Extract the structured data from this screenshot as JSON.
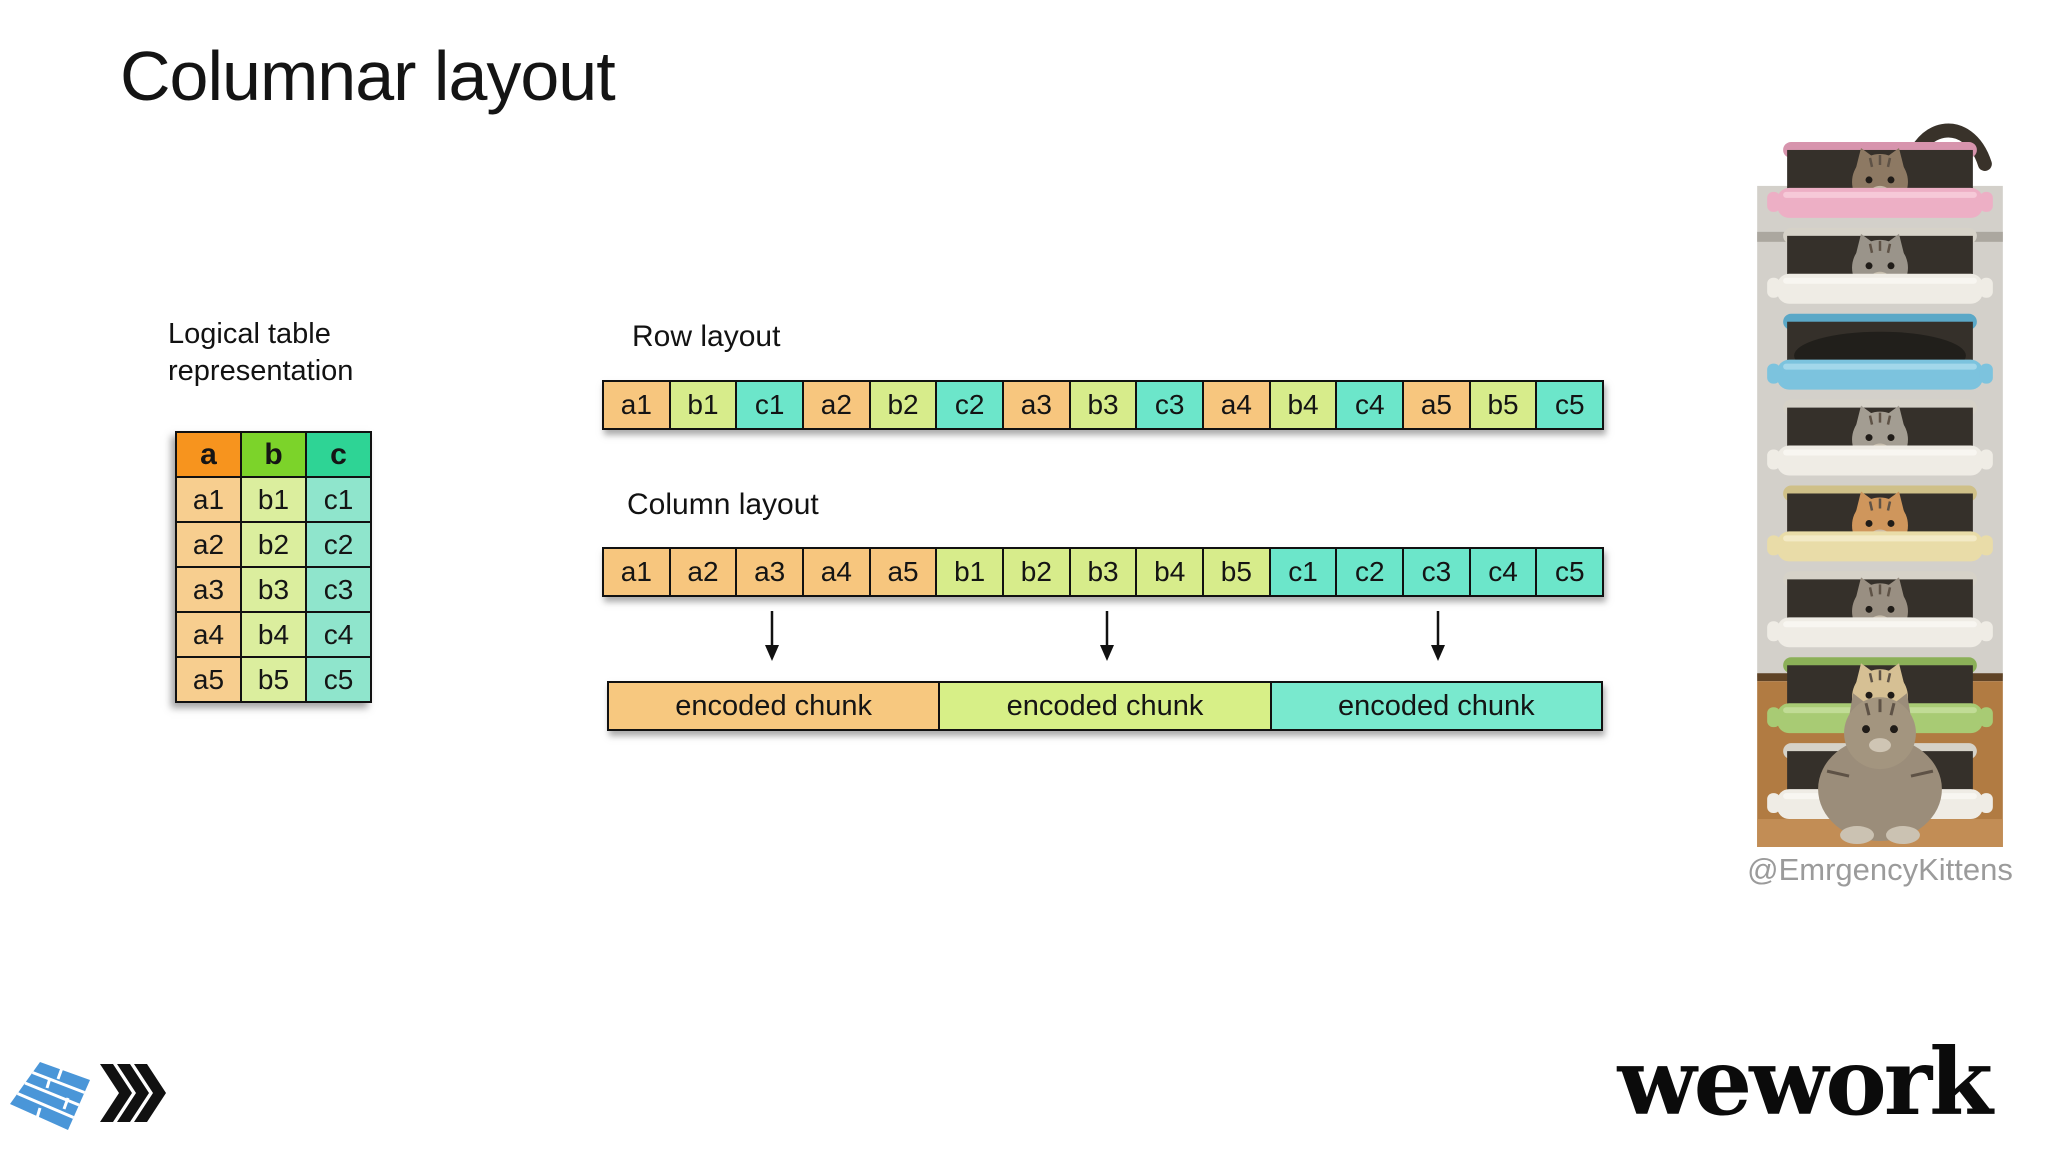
{
  "slide": {
    "title": "Columnar layout"
  },
  "logical_table": {
    "label": [
      "Logical table",
      "representation"
    ],
    "headers": [
      "a",
      "b",
      "c"
    ],
    "rows": [
      [
        "a1",
        "b1",
        "c1"
      ],
      [
        "a2",
        "b2",
        "c2"
      ],
      [
        "a3",
        "b3",
        "c3"
      ],
      [
        "a4",
        "b4",
        "c4"
      ],
      [
        "a5",
        "b5",
        "c5"
      ]
    ]
  },
  "row_layout": {
    "label": "Row layout",
    "cells": [
      "a1",
      "b1",
      "c1",
      "a2",
      "b2",
      "c2",
      "a3",
      "b3",
      "c3",
      "a4",
      "b4",
      "c4",
      "a5",
      "b5",
      "c5"
    ]
  },
  "column_layout": {
    "label": "Column layout",
    "cells": [
      "a1",
      "a2",
      "a3",
      "a4",
      "a5",
      "b1",
      "b2",
      "b3",
      "b4",
      "b5",
      "c1",
      "c2",
      "c3",
      "c4",
      "c5"
    ]
  },
  "encoded_chunks": [
    {
      "label": "encoded chunk",
      "group": "a"
    },
    {
      "label": "encoded chunk",
      "group": "b"
    },
    {
      "label": "encoded chunk",
      "group": "c"
    }
  ],
  "photo": {
    "caption": "@EmrgencyKittens"
  },
  "branding": {
    "wework": "wework"
  },
  "colors": {
    "header": {
      "a": "#F7941E",
      "b": "#7CD32A",
      "c": "#2ED495"
    },
    "table_cell": {
      "a": "#F7CE8F",
      "b": "#DBEE9E",
      "c": "#8FE5CC"
    },
    "strip_cell": {
      "a": "#F7C67E",
      "b": "#D7EC8B",
      "c": "#6CE6CA"
    },
    "chunk": {
      "a": "#F7C87F",
      "b": "#D7EF87",
      "c": "#79E9CE"
    },
    "caption_gray": "#9B9B9B"
  }
}
